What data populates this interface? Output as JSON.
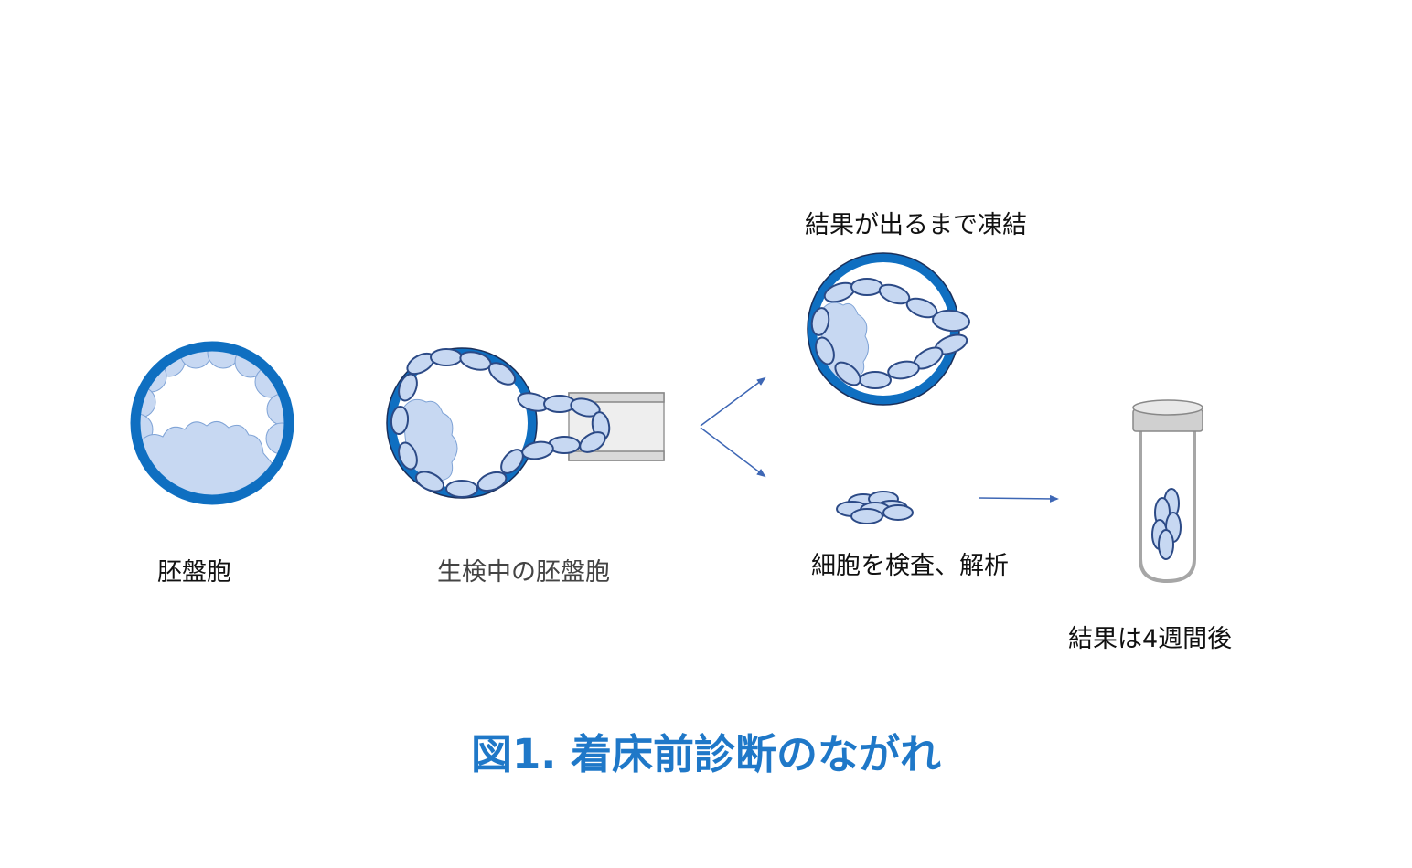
{
  "labels": {
    "blastocyst": "胚盤胞",
    "biopsy": "生検中の胚盤胞",
    "freeze": "結果が出るまで凍結",
    "analyze": "細胞を検査、解析",
    "result": "結果は4週間後"
  },
  "title": "図1. 着床前診断のながれ",
  "colors": {
    "ring": "#0f6fc1",
    "ring_outline": "#1a2f5a",
    "cell_fill": "#c7d8f2",
    "cell_stroke": "#2c4a86",
    "title": "#1f78c8",
    "arrow": "#3e67b5"
  }
}
